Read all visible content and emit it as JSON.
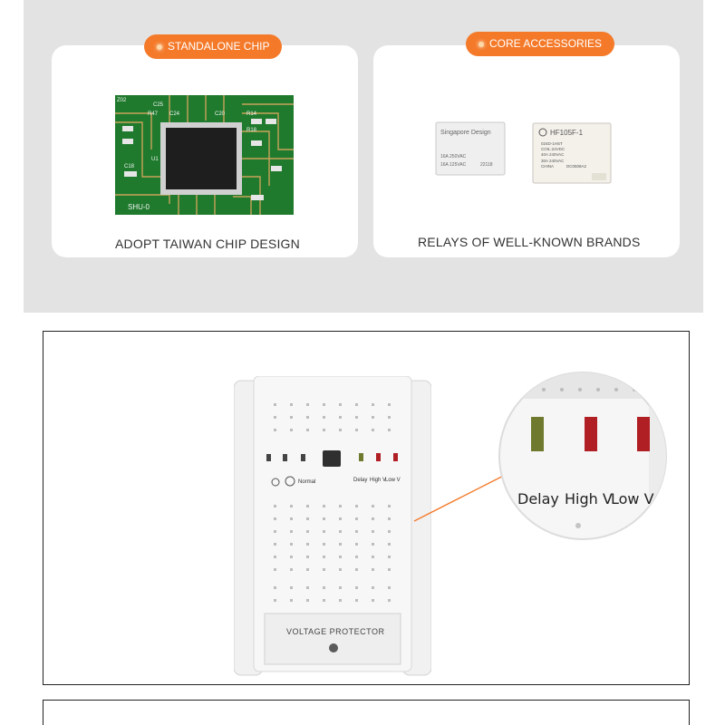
{
  "features": {
    "chip": {
      "badge": "STANDALONE CHIP",
      "caption": "ADOPT TAIWAN CHIP DESIGN"
    },
    "accessories": {
      "badge": "CORE ACCESSORIES",
      "caption": "RELAYS OF WELL-KNOWN BRANDS"
    }
  },
  "pcb_labels": {
    "z": "Z02",
    "c25": "C25",
    "r47": "R47",
    "c24": "C24",
    "r14": "R14",
    "c20": "C20",
    "r18": "R18",
    "u1": "U1",
    "c18": "C18",
    "bottom": "SHU-0"
  },
  "relay1": {
    "brand": "Singapore Design",
    "line1": "16A 250VAC",
    "line2": "16A 125VAC",
    "code": "22118"
  },
  "relay2": {
    "model": "HF105F-1",
    "line1": "024D-1HST",
    "line2": "COIL:24VDC",
    "line3": "40A 240VAC",
    "line4": "30A 240VAC",
    "line5": "CHINA",
    "code": "DC0508A2"
  },
  "device": {
    "labels": {
      "normal": "Normal",
      "delay": "Delay",
      "highv": "High V",
      "lowv": "Low V"
    },
    "title": "VOLTAGE PROTECTOR"
  },
  "zoom": {
    "delay": "Delay",
    "highv": "High V",
    "lowv": "Low V"
  },
  "colors": {
    "accent": "#f47a2a",
    "band": "#e3e3e3",
    "led_green": "#6f7a2e",
    "led_red": "#b01f24"
  }
}
